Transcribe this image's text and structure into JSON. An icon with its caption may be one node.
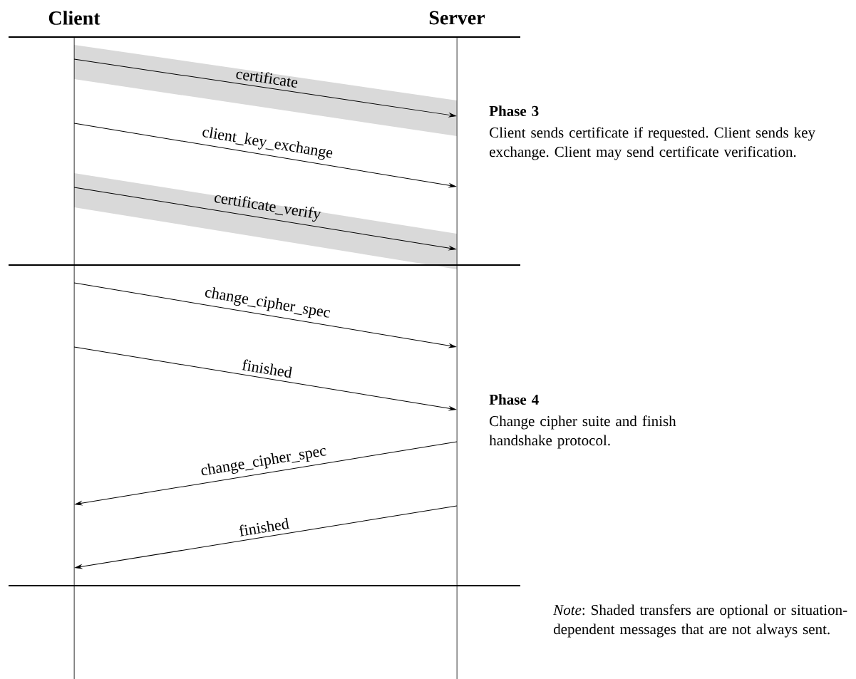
{
  "diagram": {
    "nodes": [
      {
        "text": [
          "Client"
        ]
      },
      {
        "text": [
          "Server"
        ]
      }
    ],
    "edges": [
      {
        "from": 0,
        "to": 1,
        "arrow": "to",
        "label": "certificate"
      },
      {
        "from": 0,
        "to": 1,
        "arrow": "to",
        "label": "client_key_exchange"
      },
      {
        "from": 0,
        "to": 1,
        "arrow": "to",
        "label": "certificate_verify"
      },
      {
        "from": 0,
        "to": 1,
        "arrow": "to",
        "label": "change_cipher_spec"
      },
      {
        "from": 0,
        "to": 1,
        "arrow": "to",
        "label": "finished"
      },
      {
        "from": 1,
        "to": 0,
        "arrow": "to",
        "label": "change_cipher_spec"
      },
      {
        "from": 1,
        "to": 0,
        "arrow": "to",
        "label": "finished"
      }
    ],
    "labels": [
      "Phase 3",
      "Client sends certificate if requested. Client sends key exchange. Client may send certificate verification.",
      "Phase 4",
      "Change cipher suite and finish handshake protocol.",
      "*Note*: Shaded transfers are optional or situation-dependent messages that are not always sent."
    ]
  }
}
